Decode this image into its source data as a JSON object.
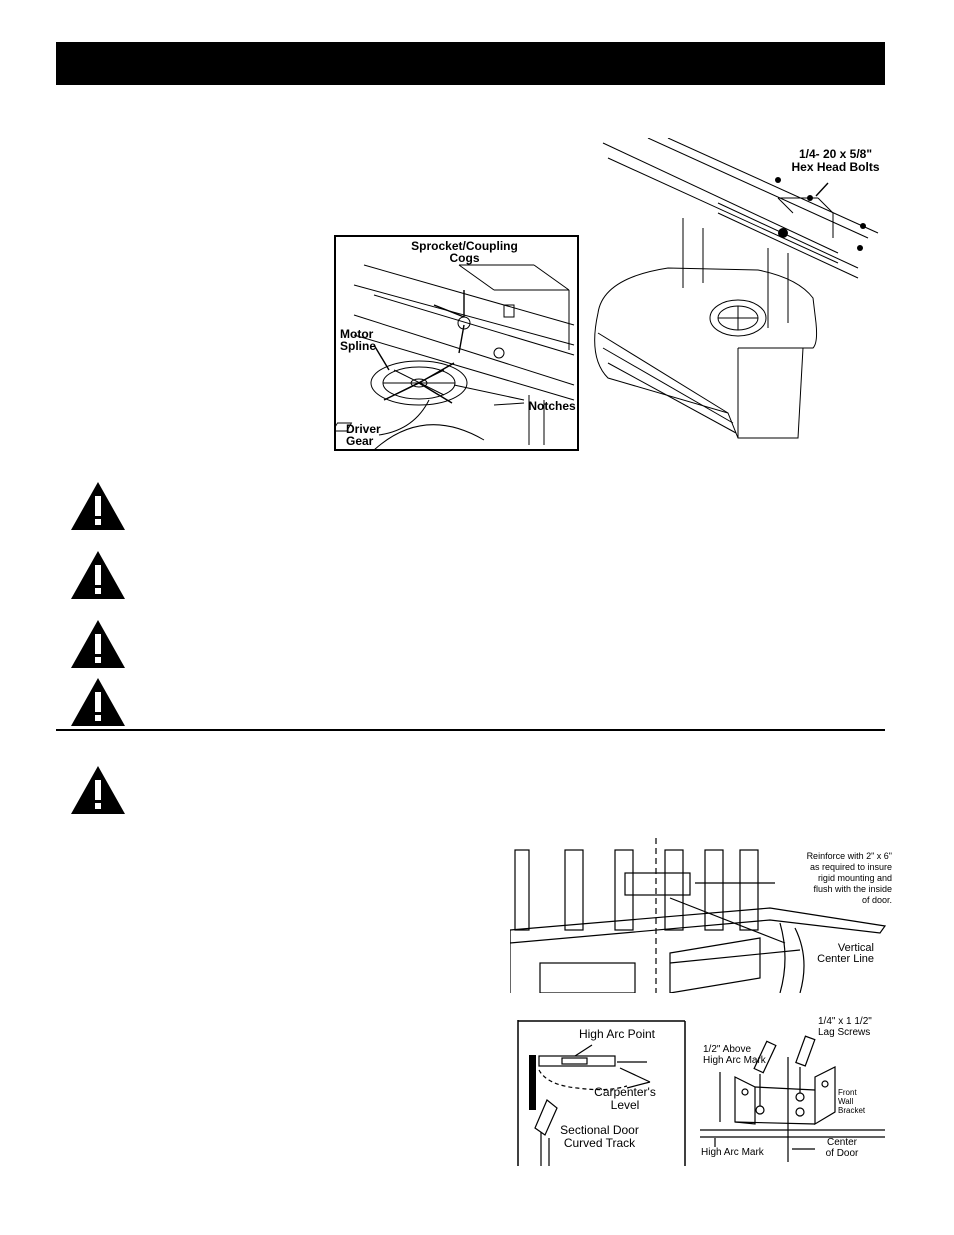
{
  "figure_motor": {
    "sprocket_label": "Sprocket/Coupling\nCogs",
    "motor_spline_label": "Motor\nSpline",
    "notches_label": "Notches",
    "driver_gear_label": "Driver\nGear"
  },
  "figure_bolts": {
    "bolts_label": "1/4- 20 x 5/8\"\nHex Head Bolts"
  },
  "figure_reinforce": {
    "reinforce_label": "Reinforce with 2\" x 6\"\nas required to insure\nrigid mounting and\nflush with the inside\nof door.",
    "center_line_label": "Vertical\nCenter Line"
  },
  "figure_arc": {
    "high_arc_point_label": "High Arc Point",
    "level_label": "Carpenter's\nLevel",
    "track_label": "Sectional Door\nCurved Track"
  },
  "figure_bracket": {
    "lag_screws_label": "1/4\" x 1 1/2\"\nLag Screws",
    "above_mark_label": "1/2\" Above\nHigh Arc Mark",
    "bracket_label": "Front\nWall\nBracket",
    "high_arc_mark_label": "High Arc Mark",
    "center_door_label": "Center\nof Door"
  },
  "warning_icon": "warning-triangle-icon"
}
